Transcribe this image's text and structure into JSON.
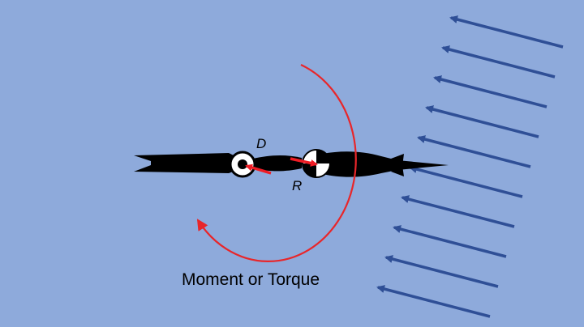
{
  "labels": {
    "drag_point": "D",
    "reference_point": "R",
    "caption": "Moment or Torque"
  },
  "colors": {
    "background": "#8eaadb",
    "body": "#000000",
    "arrow_red": "#ee1c24",
    "arc_red": "#e8262a",
    "wind_arrow": "#2f4f96"
  },
  "icons": {
    "drag_point_marker": "ring-marker-icon",
    "reference_point_marker": "center-of-gravity-icon",
    "moment_arc": "curved-arrow-icon",
    "wind_arrow": "arrow-left-icon"
  }
}
